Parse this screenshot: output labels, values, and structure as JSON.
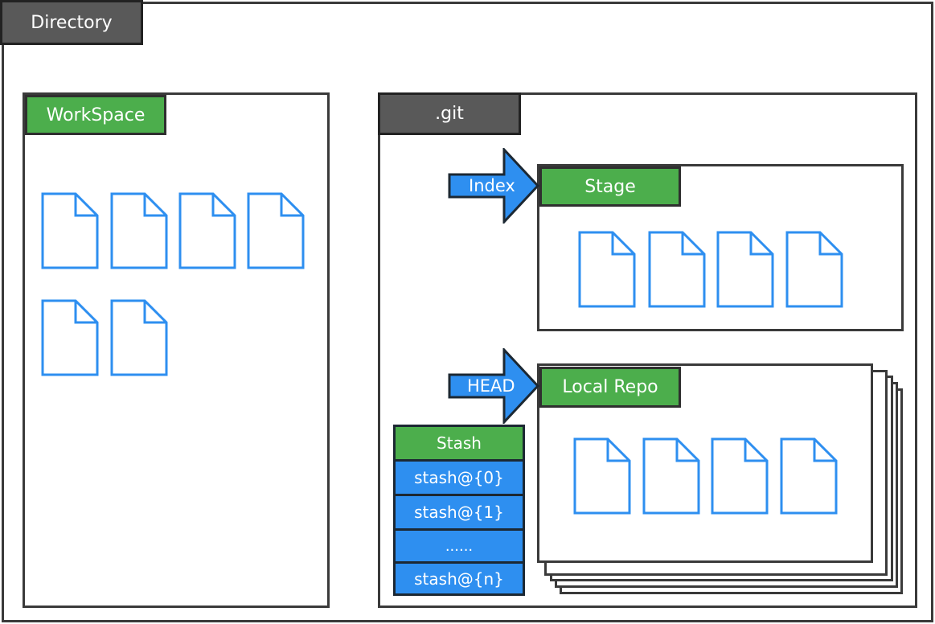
{
  "directory": {
    "label": "Directory"
  },
  "workspace": {
    "label": "WorkSpace",
    "file_count": 6
  },
  "git": {
    "label": ".git",
    "stage": {
      "label": "Stage",
      "pointer": "Index",
      "file_count": 4
    },
    "local_repo": {
      "label": "Local Repo",
      "pointer": "HEAD",
      "file_count": 4
    },
    "stash": {
      "label": "Stash",
      "entries": [
        "stash@{0}",
        "stash@{1}",
        "......",
        "stash@{n}"
      ]
    }
  },
  "colors": {
    "green": "#4cae4c",
    "blue": "#2e8ff0",
    "gray": "#595959",
    "file_stroke": "#2e8ff0"
  },
  "icons": {
    "file": "file-icon",
    "arrow": "arrow-right-icon"
  }
}
